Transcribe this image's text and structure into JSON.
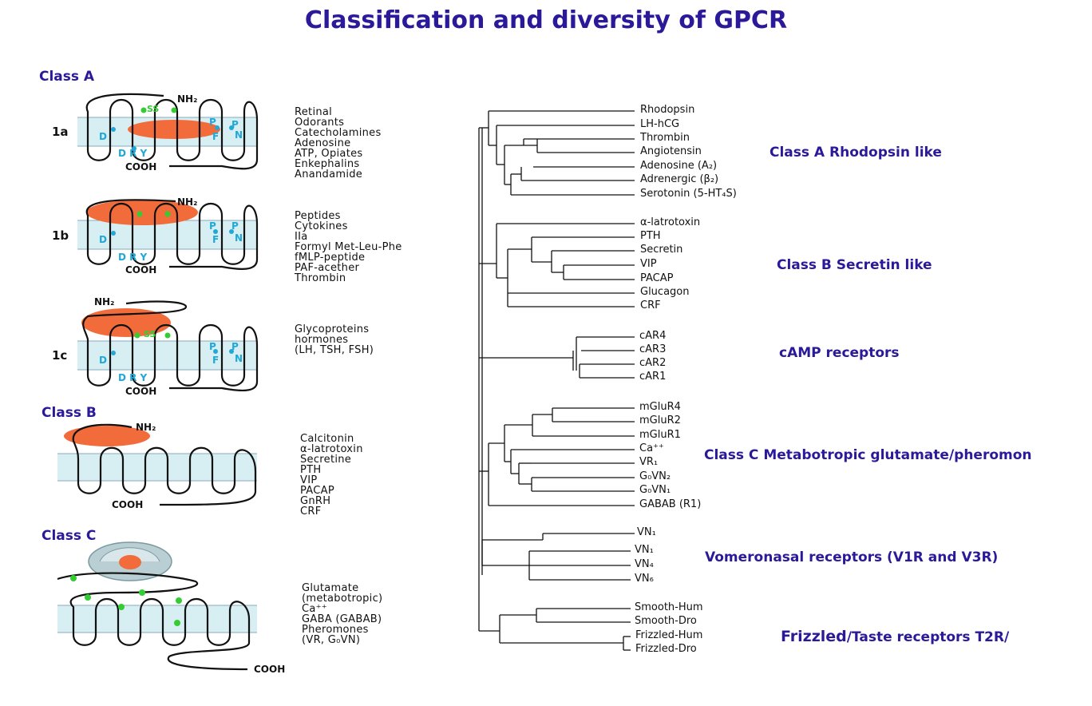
{
  "title": "Classification and diversity of GPCR",
  "left": {
    "class_a_label": "Class A",
    "class_b_label": "Class B",
    "class_c_label": "Class C",
    "row_labels": {
      "r1a": "1a",
      "r1b": "1b",
      "r1c": "1c"
    },
    "membrane_text": {
      "nh2": "NH₂",
      "cooh": "COOH",
      "ss": "SS",
      "d": "D",
      "p": "P",
      "n": "N",
      "f": "F",
      "dry": "D R Y"
    },
    "ligands_1a": [
      "Retinal",
      "Odorants",
      "Catecholamines",
      "Adenosine",
      "ATP,  Opiates",
      "Enkephalins",
      "Anandamide"
    ],
    "ligands_1b": [
      "Peptides",
      "Cytokines",
      "IIa",
      "Formyl Met-Leu-Phe",
      "fMLP-peptide",
      "PAF-acether",
      "Thrombin"
    ],
    "ligands_1c": [
      "Glycoproteins",
      "hormones",
      "(LH, TSH, FSH)"
    ],
    "ligands_b": [
      "Calcitonin",
      "α-latrotoxin",
      "Secretine",
      "PTH",
      "VIP",
      "PACAP",
      "GnRH",
      "CRF"
    ],
    "ligands_c": [
      "Glutamate",
      "(metabotropic)",
      "Ca⁺⁺",
      "GABA (GABAB)",
      "Pheromones",
      "(VR, G₀VN)"
    ]
  },
  "tree": {
    "leaves": [
      "Rhodopsin",
      "LH-hCG",
      "Thrombin",
      "Angiotensin",
      "Adenosine (A₂)",
      "Adrenergic (β₂)",
      "Serotonin (5-HT₄S)",
      "α-latrotoxin",
      "PTH",
      "Secretin",
      "VIP",
      "PACAP",
      "Glucagon",
      "CRF",
      "cAR4",
      "cAR3",
      "cAR2",
      "cAR1",
      "mGluR4",
      "mGluR2",
      "mGluR1",
      "Ca⁺⁺",
      "VR₁",
      "G₀VN₂",
      "G₀VN₁",
      "GABAB  (R1)",
      "VN₁",
      "VN₁",
      "VN₄",
      "VN₆",
      "Smooth-Hum",
      "Smooth-Dro",
      "Frizzled-Hum",
      "Frizzled-Dro"
    ],
    "groups": {
      "class_a": "Class A Rhodopsin like",
      "class_b": "Class B Secretin like",
      "camp": "cAMP receptors",
      "class_c": "Class C Metabotropic glutamate/pheromon",
      "vomeronasal": "Vomeronasal receptors (V1R and V3R)",
      "frizzled_big": "Frizzled",
      "frizzled_rest": "/Taste receptors T2R/"
    }
  },
  "colors": {
    "title": "#2a1a9a",
    "membrane": "#d7eef2",
    "ligand_blob": "#f26b3a",
    "marker_green": "#33cc33",
    "marker_cyan": "#20a8d8"
  }
}
